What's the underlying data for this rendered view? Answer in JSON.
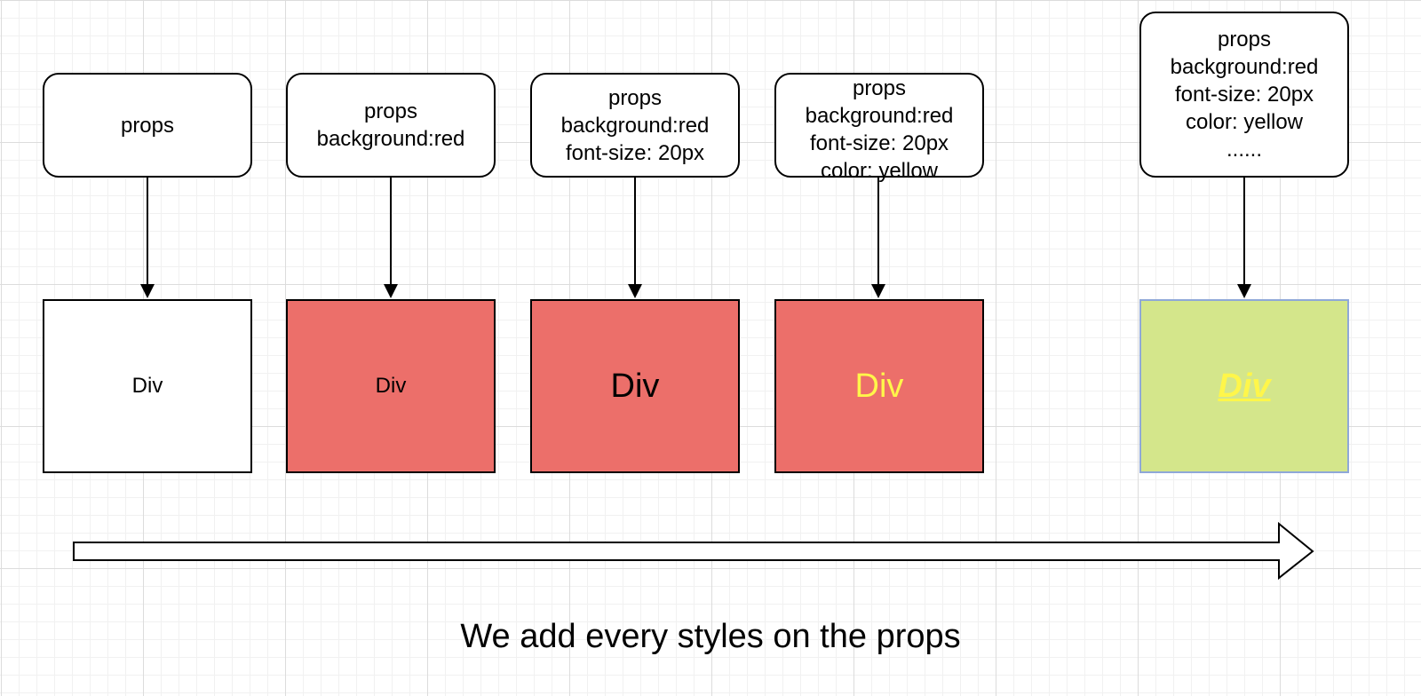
{
  "diagram": {
    "caption": "We add every styles on the props",
    "stages": [
      {
        "props_lines": [
          "props"
        ],
        "div_label": "Div",
        "div_background": "#ffffff",
        "div_text_color": "#000000"
      },
      {
        "props_lines": [
          "props",
          "background:red"
        ],
        "div_label": "Div",
        "div_background": "#ec6f6a",
        "div_text_color": "#000000"
      },
      {
        "props_lines": [
          "props",
          "background:red",
          "font-size: 20px"
        ],
        "div_label": "Div",
        "div_background": "#ec6f6a",
        "div_text_color": "#000000"
      },
      {
        "props_lines": [
          "props",
          "background:red",
          "font-size: 20px",
          "color: yellow"
        ],
        "div_label": "Div",
        "div_background": "#ec6f6a",
        "div_text_color": "#fff64a"
      },
      {
        "props_lines": [
          "props",
          "background:red",
          "font-size: 20px",
          "color: yellow",
          "......"
        ],
        "div_label": "Div",
        "div_background": "#d4e68b",
        "div_text_color": "#fff64a",
        "div_border_color": "#8fa8d8"
      }
    ]
  }
}
